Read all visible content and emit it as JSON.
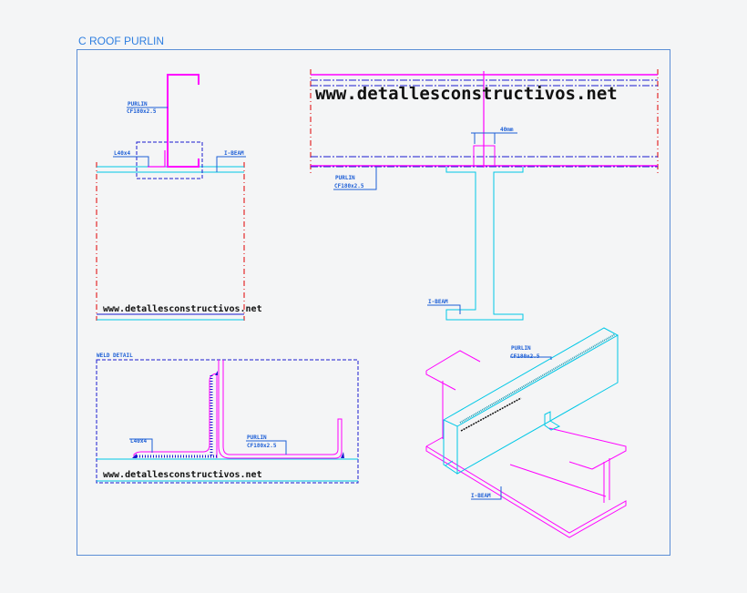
{
  "title": "C ROOF PURLIN",
  "watermark": "www.detallesconstructivos.net",
  "labels": {
    "purlin": "PURLIN",
    "purlin_section": "CF180x2.5",
    "angle": "L40x4",
    "ibeam": "I-BEAM",
    "dimension": "40mm",
    "weld_detail": "WELD DETAIL"
  },
  "colors": {
    "purlin": "#ff00ff",
    "beam": "#00c8e6",
    "annotation": "#1d5fd6",
    "centerline": "#e00000",
    "border": "#1a1ad0"
  }
}
